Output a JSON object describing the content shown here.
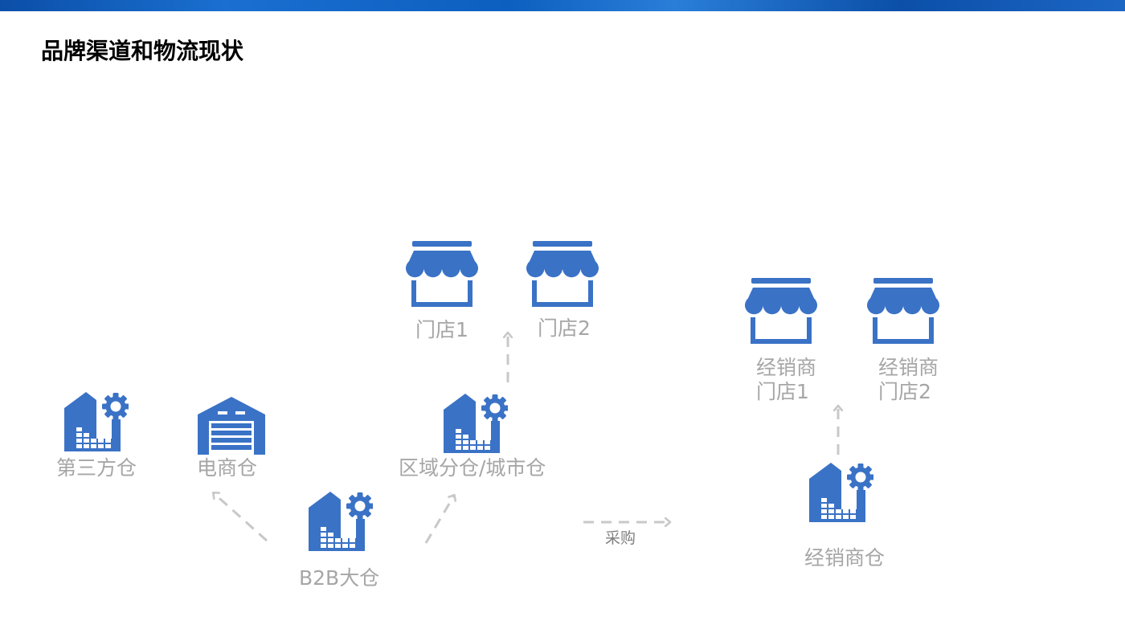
{
  "title": "品牌渠道和物流现状",
  "colors": {
    "icon": "#3a72c6",
    "arrow": "#c8c8c8",
    "label": "#a6a6a6"
  },
  "nodes": {
    "third_party": {
      "label": "第三方仓",
      "icon": "warehouse-gear-icon"
    },
    "ecommerce": {
      "label": "电商仓",
      "icon": "garage-icon"
    },
    "regional": {
      "label": "区域分仓/城市仓",
      "icon": "warehouse-gear-icon"
    },
    "b2b": {
      "label": "B2B大仓",
      "icon": "warehouse-gear-icon"
    },
    "store1": {
      "label": "门店1",
      "icon": "store-icon"
    },
    "store2": {
      "label": "门店2",
      "icon": "store-icon"
    },
    "dealer_store1": {
      "line1": "经销商",
      "line2": "门店1",
      "icon": "store-icon"
    },
    "dealer_store2": {
      "line1": "经销商",
      "line2": "门店2",
      "icon": "store-icon"
    },
    "dealer_wh": {
      "label": "经销商仓",
      "icon": "warehouse-gear-icon"
    }
  },
  "edges": {
    "purchase": {
      "label": "采购"
    }
  }
}
